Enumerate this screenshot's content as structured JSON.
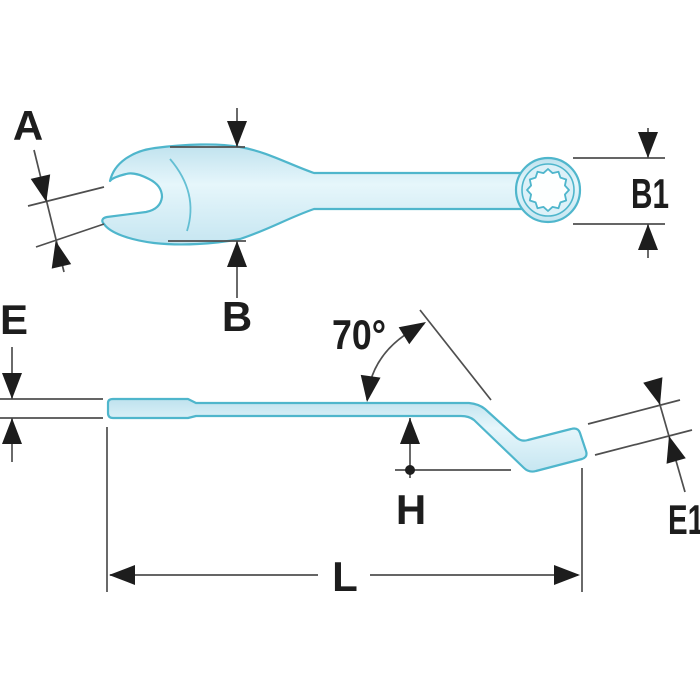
{
  "labels": {
    "a": "A",
    "b": "B",
    "b1": "B1",
    "e": "E",
    "e1": "E1",
    "h": "H",
    "l": "L",
    "angle": "70°"
  },
  "colors": {
    "background": "#ffffff",
    "wrench_fill": "#cfe9f3",
    "wrench_fill_light": "#e6f6fb",
    "wrench_fill_dark": "#bfe2ee",
    "wrench_outline": "#4fb6cc",
    "ring_face_fill": "#ddf1f8",
    "socket_fill": "#fdffff",
    "dimension_line": "#4f4f4f",
    "arrow_fill": "#1d1d1d",
    "label_text": "#1d1d1d"
  }
}
